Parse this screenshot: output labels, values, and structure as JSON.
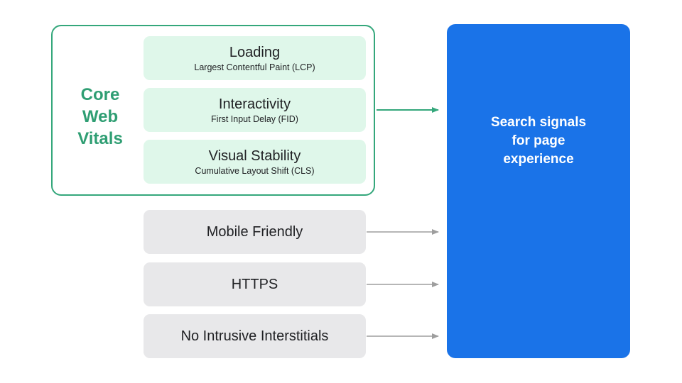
{
  "core_web_vitals": {
    "label_lines": [
      "Core",
      "Web",
      "Vitals"
    ],
    "metrics": [
      {
        "title": "Loading",
        "subtitle": "Largest Contentful Paint (LCP)"
      },
      {
        "title": "Interactivity",
        "subtitle": "First Input Delay (FID)"
      },
      {
        "title": "Visual Stability",
        "subtitle": "Cumulative Layout Shift (CLS)"
      }
    ]
  },
  "other_signals": [
    "Mobile Friendly",
    "HTTPS",
    "No Intrusive Interstitials"
  ],
  "target": {
    "text": "Search signals for page experience"
  },
  "colors": {
    "green": "#34a77b",
    "metric_fill": "#dff7ea",
    "signal_fill": "#e8e8ea",
    "blue": "#1a73e8",
    "arrow_gray": "#9e9e9e"
  }
}
